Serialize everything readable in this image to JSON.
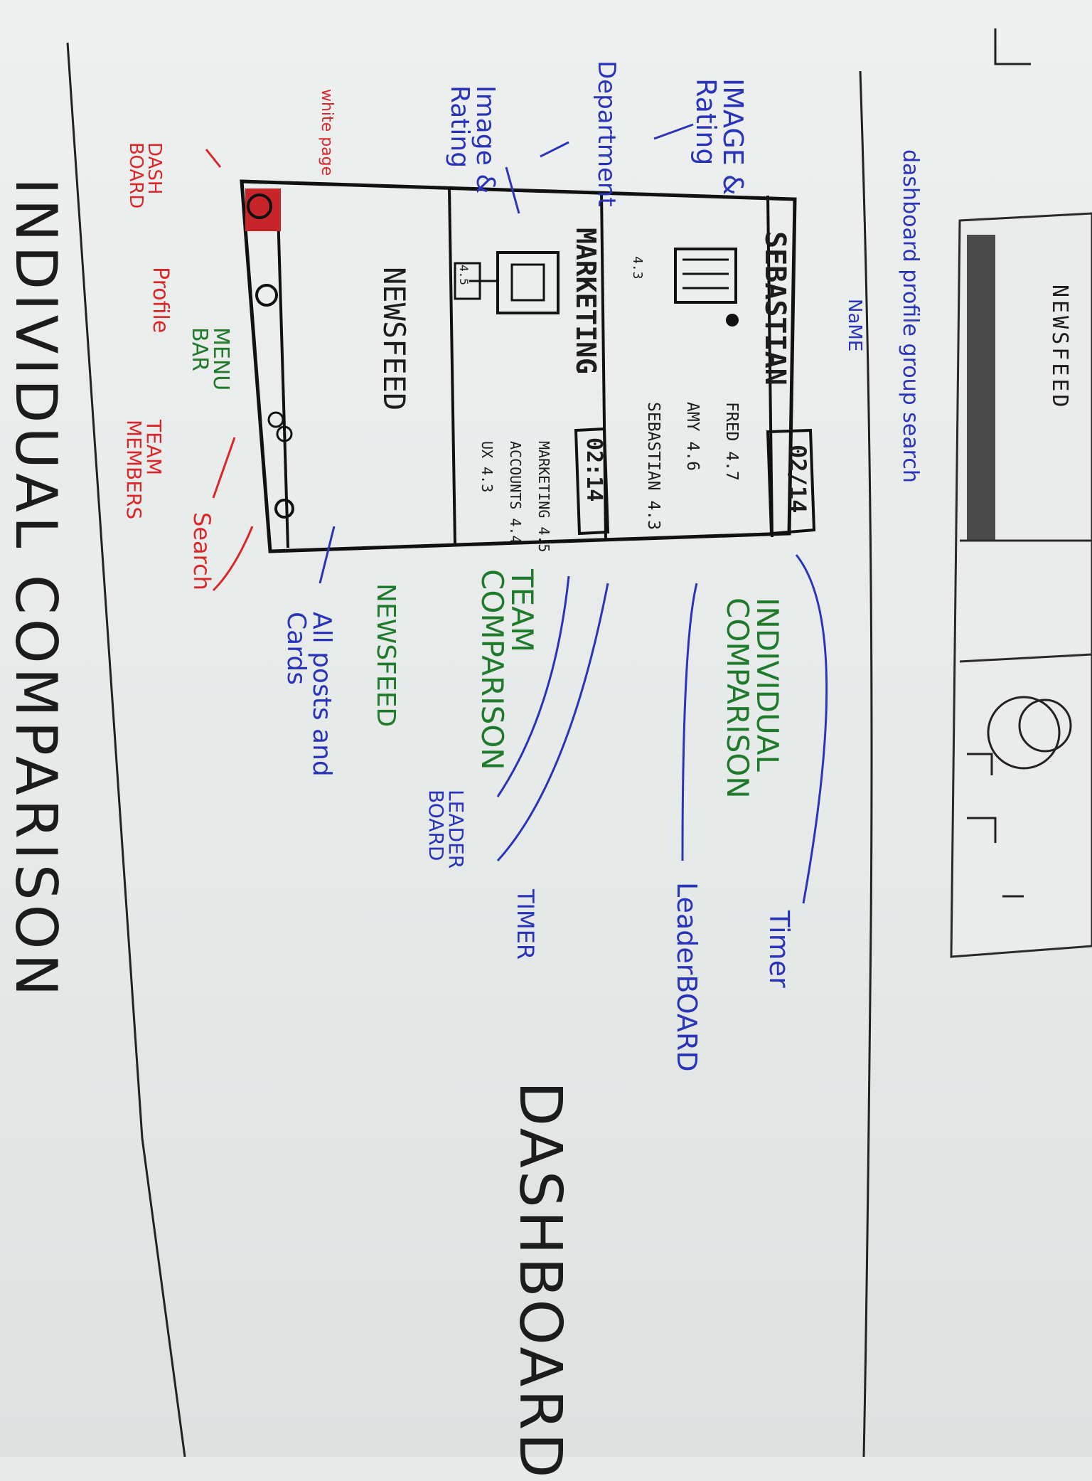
{
  "titles": {
    "individual_comparison": "INDIVIDUAL COMPARISON",
    "dashboard": "DASHBOARD"
  },
  "phone": {
    "name": "SEBASTIAN",
    "timer": "02/14",
    "individual_list": [
      {
        "name": "FRED",
        "score": "4.7"
      },
      {
        "name": "AMY",
        "score": "4.6"
      },
      {
        "name": "SEBASTIAN",
        "score": "4.3"
      }
    ],
    "individual_badge": "4.3",
    "department": "MARKETING",
    "team_timer": "02:14",
    "team_list": [
      {
        "name": "MARKETING",
        "score": "4.5"
      },
      {
        "name": "ACCOUNTS",
        "score": "4.4"
      },
      {
        "name": "UX",
        "score": "4.3"
      }
    ],
    "team_badge": "4.5",
    "newsfeed": "NEWSFEED"
  },
  "annotations": {
    "name": "NaME",
    "image_ratings": "IMAGE & Rating",
    "department": "Department",
    "image_ratings_team": "Image & Rating",
    "white_page": "white page",
    "dashboard_menu": "DASH BOARD",
    "profile": "Profile",
    "menu_bar": "MENU BAR",
    "team_members": "TEAM MEMBERS",
    "search": "Search",
    "individual_comparison": "INDIVIDUAL COMPARISON",
    "team_comparison": "TEAM COMPARISON",
    "newsfeed": "NEWSFEED",
    "all_posts": "All posts and Cards",
    "timer": "Timer",
    "leaderboard": "LeaderBOARD",
    "timer_team": "TIMER",
    "leader_board_team": "LEADER BOARD"
  },
  "right_sketch": {
    "top_label": "NEWSFEED",
    "menu_labels": "dashboard profile group search"
  },
  "colors": {
    "ink": "#1c1c1c",
    "blue": "#2a34b8",
    "green": "#1f7a2c",
    "red": "#d9272a"
  }
}
